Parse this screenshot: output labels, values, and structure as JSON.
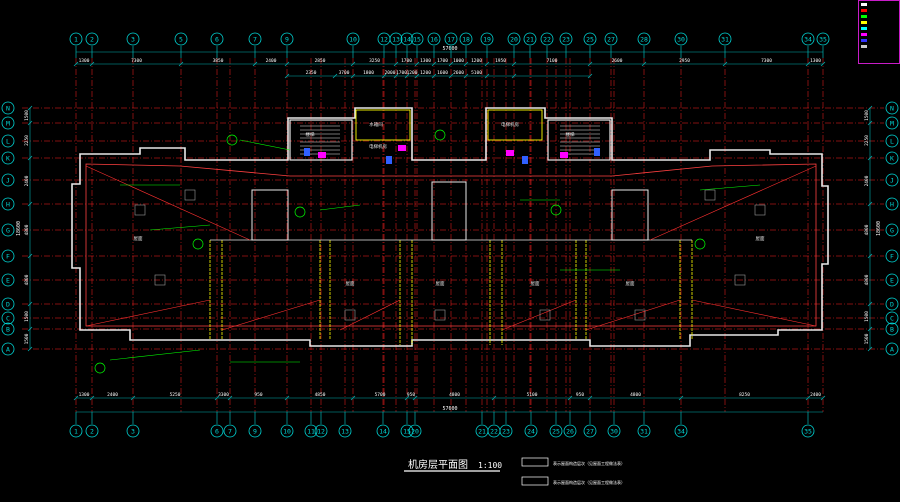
{
  "title": {
    "main": "机房层平面图",
    "scale": "1:100"
  },
  "notes": [
    "表示屋面构造层次（见屋面工程做法表）",
    "表示屋面构造层次（见屋面工程做法表）"
  ],
  "grid_top": [
    "1",
    "2",
    "3",
    "5",
    "6",
    "7",
    "9",
    "10",
    "12",
    "13",
    "14",
    "15",
    "16",
    "17",
    "18",
    "19",
    "20",
    "21",
    "22",
    "23",
    "25",
    "27",
    "28",
    "30",
    "31",
    "34",
    "35"
  ],
  "grid_bottom": [
    "1",
    "2",
    "3",
    "6",
    "7",
    "9",
    "10",
    "11",
    "12",
    "13",
    "14",
    "15",
    "20",
    "21",
    "22",
    "23",
    "24",
    "25",
    "26",
    "27",
    "30",
    "31",
    "34",
    "35"
  ],
  "grid_left": [
    "N",
    "M",
    "L",
    "K",
    "J",
    "H",
    "G",
    "F",
    "E",
    "D",
    "C",
    "B",
    "A"
  ],
  "dims_top_row1": [
    "1300",
    "7300",
    "3850",
    "2400",
    "2850",
    "3250",
    "1700",
    "1300",
    "1700",
    "1000",
    "1200",
    "1950",
    "7100",
    "2600",
    "2950",
    "7300",
    "1300"
  ],
  "dims_top_row2": [
    "2350",
    "3700",
    "1800",
    "2000",
    "1700",
    "1200",
    "1200",
    "1600",
    "2600",
    "5100"
  ],
  "total_top": "57600",
  "total_bottom": "57600",
  "dims_bottom_row": [
    "1300",
    "2400",
    "5250",
    "3300",
    "950",
    "4850",
    "5700",
    "950",
    "4800",
    "5100",
    "950",
    "4800",
    "8250",
    "2400",
    "1300"
  ],
  "dims_left": [
    "1500",
    "2250",
    "2400",
    "4800",
    "4800",
    "1500",
    "1500"
  ],
  "dims_right": [
    "1500",
    "2250",
    "2400",
    "4800",
    "4800",
    "1500",
    "1500"
  ],
  "total_left": "18600",
  "total_right": "18600",
  "room_labels": [
    "水箱间",
    "电梯机房",
    "电梯机房",
    "屋面",
    "屋面",
    "楼梯",
    "楼梯",
    "屋面",
    "屋面",
    "屋面",
    "屋面"
  ],
  "legend": {
    "colors": {
      "frame": "#c81cc8",
      "layers": [
        "#ffffff",
        "#ff0000",
        "#00ff00",
        "#ffff00",
        "#00ffff",
        "#ff00ff",
        "#3030ff",
        "#c8c8c8"
      ]
    }
  },
  "colors": {
    "grid": "#00d4d4",
    "axis": "#ff2020",
    "wall": "#e8e8e8",
    "dim": "#00b0b0",
    "dimtext": "#ffffff",
    "leader": "#00ff00",
    "slope": "#ff3030",
    "accent": "#ffff00",
    "magenta": "#ff00ff",
    "blue": "#3060ff",
    "bubble": "#00ffff"
  }
}
